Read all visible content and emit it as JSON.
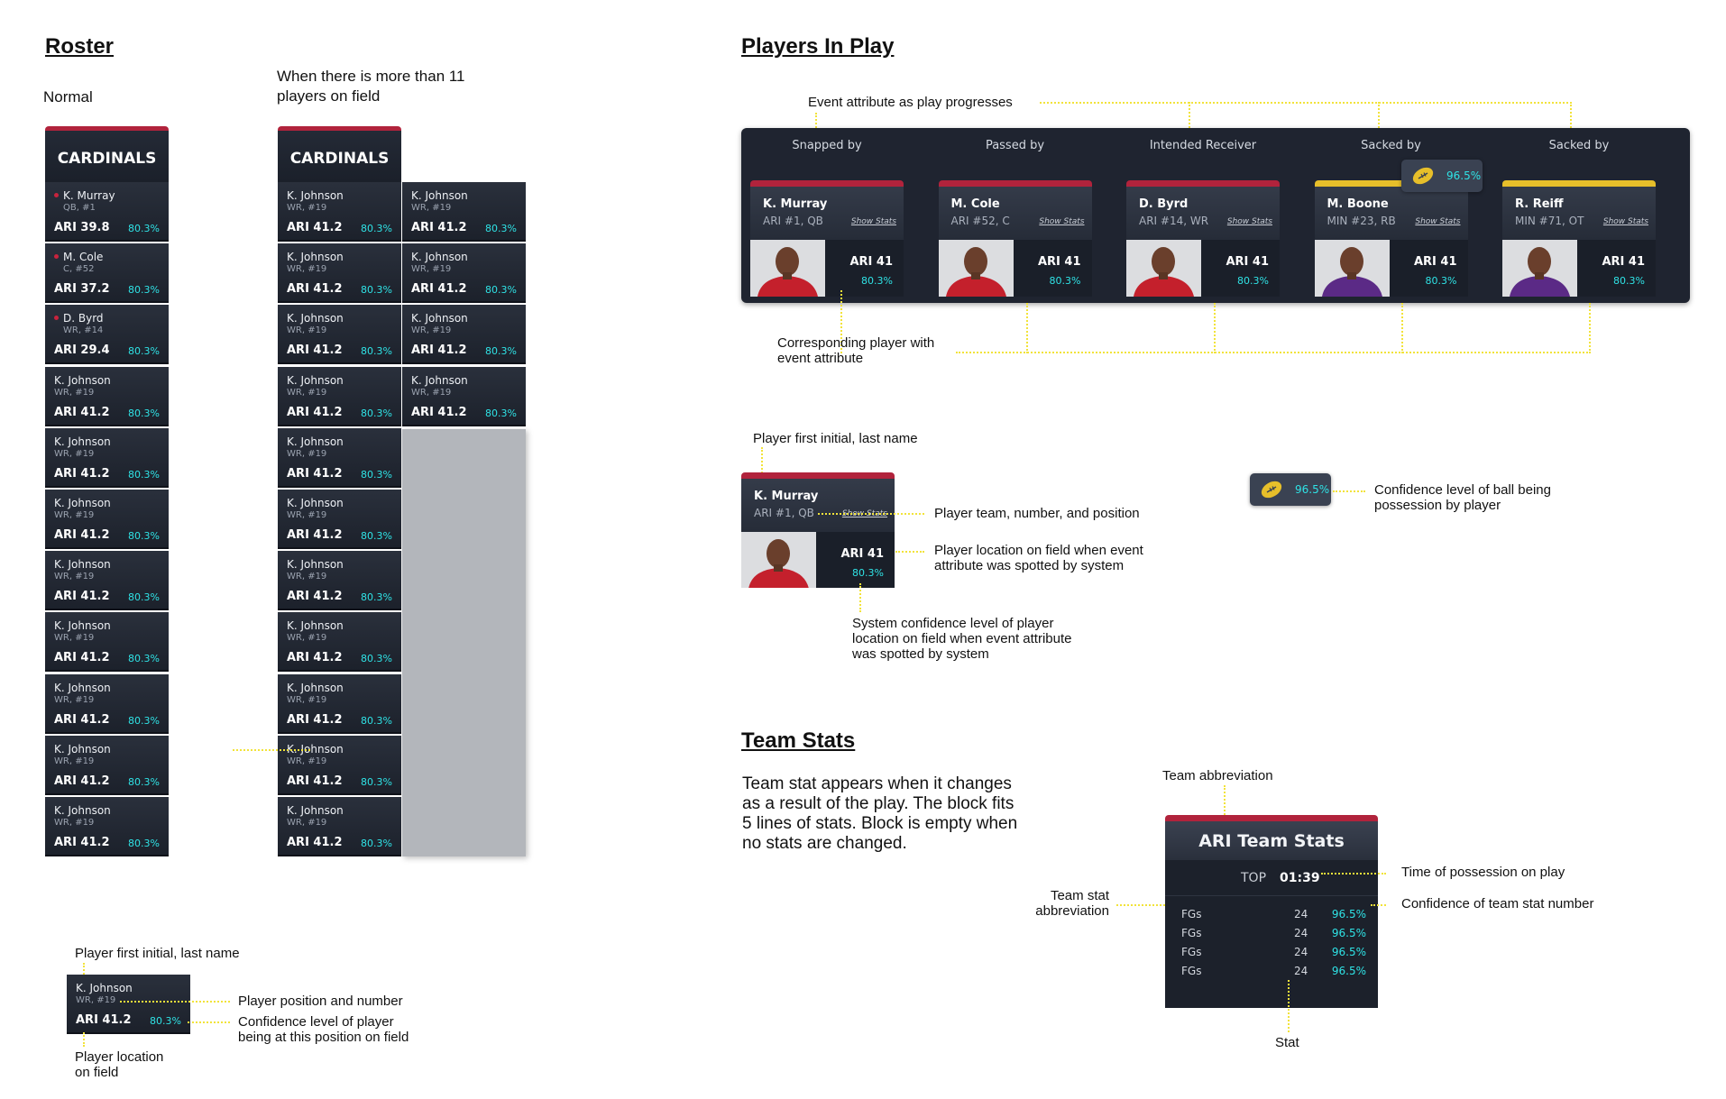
{
  "roster": {
    "title": "Roster",
    "normal_caption": "Normal",
    "overflow_caption_line1": "When there is more than 11",
    "overflow_caption_line2": "players on field",
    "team_name": "CARDINALS",
    "normal_players": [
      {
        "name": "K. Murray",
        "pos": "QB, #1",
        "loc": "ARI 39.8",
        "conf": "80.3%",
        "flag": true
      },
      {
        "name": "M. Cole",
        "pos": "C, #52",
        "loc": "ARI 37.2",
        "conf": "80.3%",
        "flag": true
      },
      {
        "name": "D. Byrd",
        "pos": "WR, #14",
        "loc": "ARI 29.4",
        "conf": "80.3%",
        "flag": true
      },
      {
        "name": "K. Johnson",
        "pos": "WR, #19",
        "loc": "ARI 41.2",
        "conf": "80.3%",
        "flag": false
      },
      {
        "name": "K. Johnson",
        "pos": "WR, #19",
        "loc": "ARI 41.2",
        "conf": "80.3%",
        "flag": false
      },
      {
        "name": "K. Johnson",
        "pos": "WR, #19",
        "loc": "ARI 41.2",
        "conf": "80.3%",
        "flag": false
      },
      {
        "name": "K. Johnson",
        "pos": "WR, #19",
        "loc": "ARI 41.2",
        "conf": "80.3%",
        "flag": false
      },
      {
        "name": "K. Johnson",
        "pos": "WR, #19",
        "loc": "ARI 41.2",
        "conf": "80.3%",
        "flag": false
      },
      {
        "name": "K. Johnson",
        "pos": "WR, #19",
        "loc": "ARI 41.2",
        "conf": "80.3%",
        "flag": false
      },
      {
        "name": "K. Johnson",
        "pos": "WR, #19",
        "loc": "ARI 41.2",
        "conf": "80.3%",
        "flag": false
      },
      {
        "name": "K. Johnson",
        "pos": "WR, #19",
        "loc": "ARI 41.2",
        "conf": "80.3%",
        "flag": false
      }
    ],
    "overflow_col1": [
      {
        "name": "K. Johnson",
        "pos": "WR, #19",
        "loc": "ARI 41.2",
        "conf": "80.3%"
      },
      {
        "name": "K. Johnson",
        "pos": "WR, #19",
        "loc": "ARI 41.2",
        "conf": "80.3%"
      },
      {
        "name": "K. Johnson",
        "pos": "WR, #19",
        "loc": "ARI 41.2",
        "conf": "80.3%"
      },
      {
        "name": "K. Johnson",
        "pos": "WR, #19",
        "loc": "ARI 41.2",
        "conf": "80.3%"
      },
      {
        "name": "K. Johnson",
        "pos": "WR, #19",
        "loc": "ARI 41.2",
        "conf": "80.3%"
      },
      {
        "name": "K. Johnson",
        "pos": "WR, #19",
        "loc": "ARI 41.2",
        "conf": "80.3%"
      },
      {
        "name": "K. Johnson",
        "pos": "WR, #19",
        "loc": "ARI 41.2",
        "conf": "80.3%"
      },
      {
        "name": "K. Johnson",
        "pos": "WR, #19",
        "loc": "ARI 41.2",
        "conf": "80.3%"
      },
      {
        "name": "K. Johnson",
        "pos": "WR, #19",
        "loc": "ARI 41.2",
        "conf": "80.3%"
      },
      {
        "name": "K. Johnson",
        "pos": "WR, #19",
        "loc": "ARI 41.2",
        "conf": "80.3%"
      },
      {
        "name": "K. Johnson",
        "pos": "WR, #19",
        "loc": "ARI 41.2",
        "conf": "80.3%"
      }
    ],
    "overflow_col2": [
      {
        "name": "K. Johnson",
        "pos": "WR, #19",
        "loc": "ARI 41.2",
        "conf": "80.3%"
      },
      {
        "name": "K. Johnson",
        "pos": "WR, #19",
        "loc": "ARI 41.2",
        "conf": "80.3%"
      },
      {
        "name": "K. Johnson",
        "pos": "WR, #19",
        "loc": "ARI 41.2",
        "conf": "80.3%"
      },
      {
        "name": "K. Johnson",
        "pos": "WR, #19",
        "loc": "ARI 41.2",
        "conf": "80.3%"
      }
    ],
    "legend_card": {
      "name": "K. Johnson",
      "pos": "WR, #19",
      "loc": "ARI 41.2",
      "conf": "80.3%"
    },
    "legend_name_label": "Player first initial, last name",
    "legend_pos_label": "Player position and number",
    "legend_conf_label_line1": "Confidence level of player",
    "legend_conf_label_line2": "being at this position on field",
    "legend_loc_label_line1": "Player location",
    "legend_loc_label_line2": "on field"
  },
  "play": {
    "title": "Players In Play",
    "event_attr_label": "Event attribute as play progresses",
    "corresponding_label_line1": "Corresponding player with",
    "corresponding_label_line2": "event attribute",
    "show_stats": "Show Stats",
    "ball_conf": "96.5%",
    "events": [
      {
        "label": "Snapped by",
        "name": "K. Murray",
        "info": "ARI #1, QB",
        "loc": "ARI 41",
        "conf": "80.3%",
        "team": "ARI"
      },
      {
        "label": "Passed by",
        "name": "M. Cole",
        "info": "ARI #52, C",
        "loc": "ARI 41",
        "conf": "80.3%",
        "team": "ARI"
      },
      {
        "label": "Intended Receiver",
        "name": "D. Byrd",
        "info": "ARI #14, WR",
        "loc": "ARI 41",
        "conf": "80.3%",
        "team": "ARI"
      },
      {
        "label": "Sacked by",
        "name": "M. Boone",
        "info": "MIN #23, RB",
        "loc": "ARI 41",
        "conf": "80.3%",
        "team": "MIN"
      },
      {
        "label": "Sacked by",
        "name": "R. Reiff",
        "info": "MIN #71, OT",
        "loc": "ARI 41",
        "conf": "80.3%",
        "team": "MIN"
      }
    ],
    "legend_card": {
      "name": "K. Murray",
      "info": "ARI #1, QB",
      "loc": "ARI 41",
      "conf": "80.3%"
    },
    "legend_name_label": "Player first initial, last name",
    "legend_info_label": "Player team, number, and position",
    "legend_loc_label_line1": "Player location on field when event",
    "legend_loc_label_line2": "attribute was spotted by system",
    "legend_conf_label_line1": "System confidence level of player",
    "legend_conf_label_line2": "location on field when event attribute",
    "legend_conf_label_line3": "was spotted by system",
    "ball_label_line1": "Confidence level of ball being",
    "ball_label_line2": "possession by player"
  },
  "team_stats": {
    "title": "Team Stats",
    "desc_lines": [
      "Team stat appears when it changes",
      "as a result of the play. The block fits",
      "5 lines of stats. Block is empty when",
      "no stats are changed."
    ],
    "block_title": "ARI Team Stats",
    "top_label": "TOP",
    "top_value": "01:39",
    "rows": [
      {
        "label": "FGs",
        "value": "24",
        "conf": "96.5%"
      },
      {
        "label": "FGs",
        "value": "24",
        "conf": "96.5%"
      },
      {
        "label": "FGs",
        "value": "24",
        "conf": "96.5%"
      },
      {
        "label": "FGs",
        "value": "24",
        "conf": "96.5%"
      }
    ],
    "abbr_label": "Team abbreviation",
    "top_desc": "Time of possession on play",
    "conf_desc": "Confidence of team stat number",
    "stat_abbr_line1": "Team stat",
    "stat_abbr_line2": "abbreviation",
    "stat_label": "Stat"
  },
  "colors": {
    "ari": "#b1233c",
    "min": "#e7bf2a",
    "confidence": "#2fe3e6",
    "annotation": "#f2e33a"
  }
}
